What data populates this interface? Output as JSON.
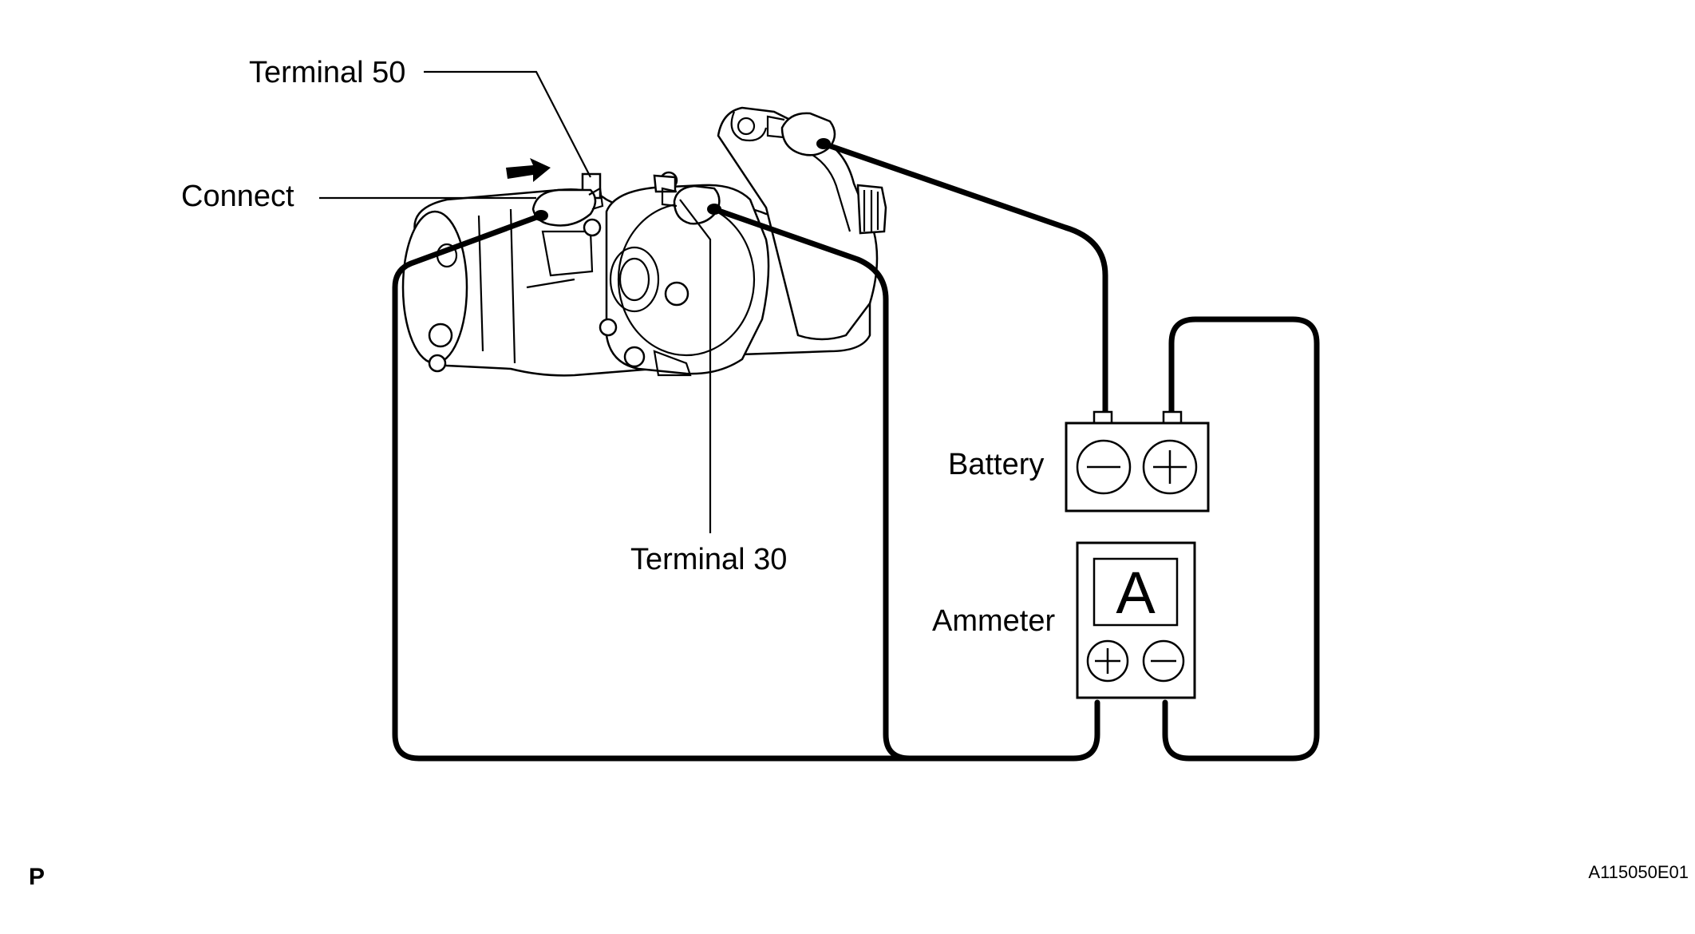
{
  "labels": {
    "terminal_50": "Terminal 50",
    "connect": "Connect",
    "terminal_30": "Terminal 30",
    "battery": "Battery",
    "ammeter": "Ammeter"
  },
  "ammeter_symbol": "A",
  "footer": {
    "left_code": "P",
    "figure_id": "A115050E01"
  },
  "colors": {
    "line": "#000000",
    "background": "#ffffff"
  }
}
